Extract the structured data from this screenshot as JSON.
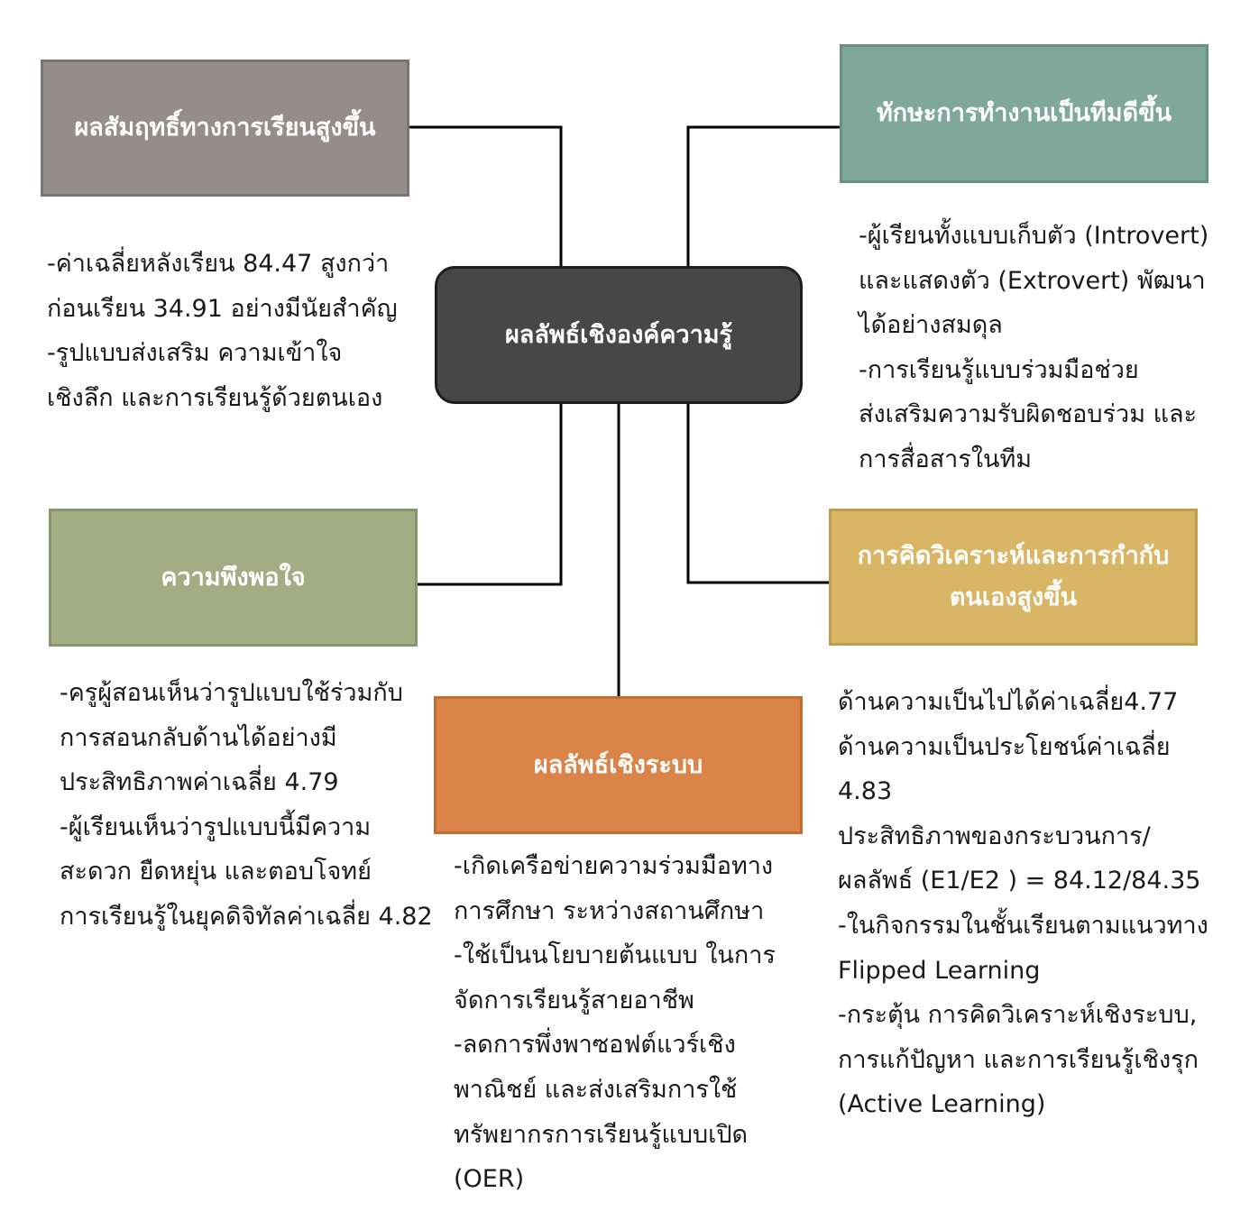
{
  "center": {
    "label": "ผลลัพธ์เชิงองค์ความรู้"
  },
  "boxes": {
    "achievement": {
      "label": "ผลสัมฤทธิ์ทางการเรียนสูงขึ้น",
      "color": "#958d8a"
    },
    "teamwork": {
      "label": "ทักษะการทำงานเป็นทีมดีขึ้น",
      "color": "#7fa89a"
    },
    "satisfaction": {
      "label": "ความพึงพอใจ",
      "color": "#a3ac83"
    },
    "thinking": {
      "label_line1": "การคิดวิเคราะห์และการกำกับ",
      "label_line2": "ตนเองสูงขึ้น",
      "color": "#d9b665"
    },
    "system": {
      "label": "ผลลัพธ์เชิงระบบ",
      "color": "#db8449"
    }
  },
  "descriptions": {
    "achievement": [
      "-ค่าเฉลี่ยหลังเรียน 84.47 สูงกว่า",
      "ก่อนเรียน 34.91 อย่างมีนัยสำคัญ",
      "-รูปแบบส่งเสริม ความเข้าใจ",
      "เชิงลึก และการเรียนรู้ด้วยตนเอง"
    ],
    "teamwork": [
      "-ผู้เรียนทั้งแบบเก็บตัว (Introvert)",
      "และแสดงตัว (Extrovert) พัฒนา",
      "ได้อย่างสมดุล",
      "-การเรียนรู้แบบร่วมมือช่วย",
      "ส่งเสริมความรับผิดชอบร่วม และ",
      "การสื่อสารในทีม"
    ],
    "satisfaction": [
      "-ครูผู้สอนเห็นว่ารูปแบบใช้ร่วมกับ",
      "การสอนกลับด้านได้อย่างมี",
      "ประสิทธิภาพค่าเฉลี่ย 4.79",
      "-ผู้เรียนเห็นว่ารูปแบบนี้มีความ",
      "สะดวก ยืดหยุ่น และตอบโจทย์",
      "การเรียนรู้ในยุคดิจิทัลค่าเฉลี่ย 4.82"
    ],
    "thinking": [
      "ด้านความเป็นไปได้ค่าเฉลี่ย4.77",
      "ด้านความเป็นประโยชน์ค่าเฉลี่ย",
      "4.83",
      "ประสิทธิภาพของกระบวนการ/",
      "ผลลัพธ์ (E1/E2 ) = 84.12/84.35",
      "-ในกิจกรรมในชั้นเรียนตามแนวทาง",
      "Flipped Learning",
      "-กระตุ้น การคิดวิเคราะห์เชิงระบบ,",
      "การแก้ปัญหา และการเรียนรู้เชิงรุก",
      "(Active Learning)"
    ],
    "system": [
      "-เกิดเครือข่ายความร่วมมือทาง",
      "การศึกษา ระหว่างสถานศึกษา",
      "-ใช้เป็นนโยบายต้นแบบ ในการ",
      "จัดการเรียนรู้สายอาชีพ",
      "-ลดการพึ่งพาซอฟต์แวร์เชิง",
      "พาณิชย์ และส่งเสริมการใช้",
      "ทรัพยากรการเรียนรู้แบบเปิด",
      "(OER)"
    ]
  },
  "colors": {
    "center_fill": "#474747",
    "connector": "#000000",
    "text": "#1a1a1a"
  }
}
